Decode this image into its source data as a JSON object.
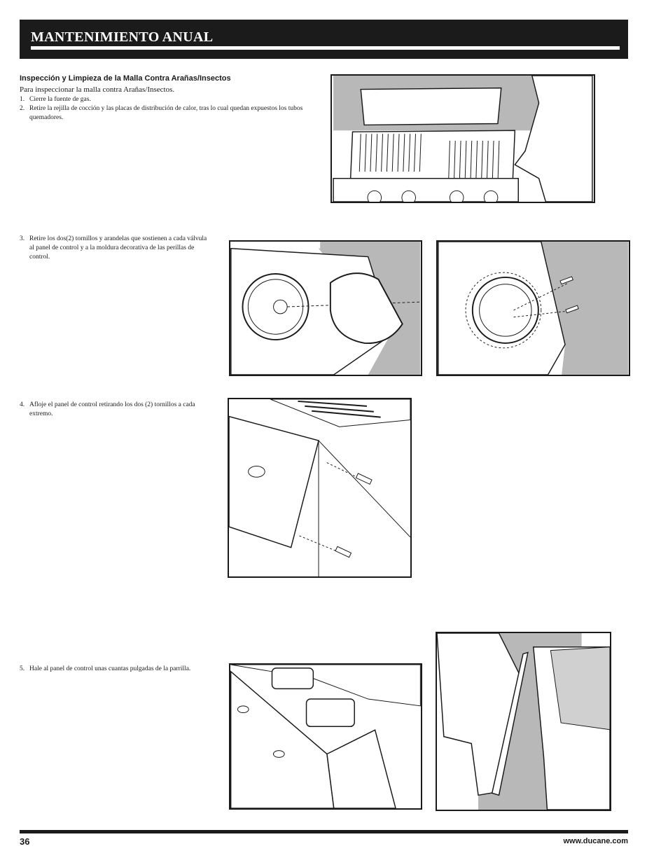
{
  "header": {
    "title": "MANTENIMIENTO ANUAL"
  },
  "section": {
    "title": "Inspección y Limpieza de la Malla Contra Arañas/Insectos",
    "intro": "Para inspeccionar la malla contra Arañas/Insectos."
  },
  "steps": [
    {
      "num": "1.",
      "text": "Cierre la fuente de gas."
    },
    {
      "num": "2.",
      "text": "Retire la rejilla de cocción y las placas de distribución de calor, tras lo cual quedan expuestos los tubos quemadores."
    },
    {
      "num": "3.",
      "text": "Retire los dos(2) tornillos y arandelas que sostienen a cada válvula al panel de control y a la moldura decorativa de las perillas de control."
    },
    {
      "num": "4.",
      "text": "Afloje el panel de control retirando los  dos (2) tornillos a cada extremo."
    },
    {
      "num": "5.",
      "text": "Hale al panel de control unas cuantas pulgadas de la parrilla."
    }
  ],
  "footer": {
    "page": "36",
    "website": "www.ducane.com"
  },
  "colors": {
    "header_bg": "#1b1b1b",
    "shade": "#b8b8b8",
    "line": "#1a1a1a"
  }
}
